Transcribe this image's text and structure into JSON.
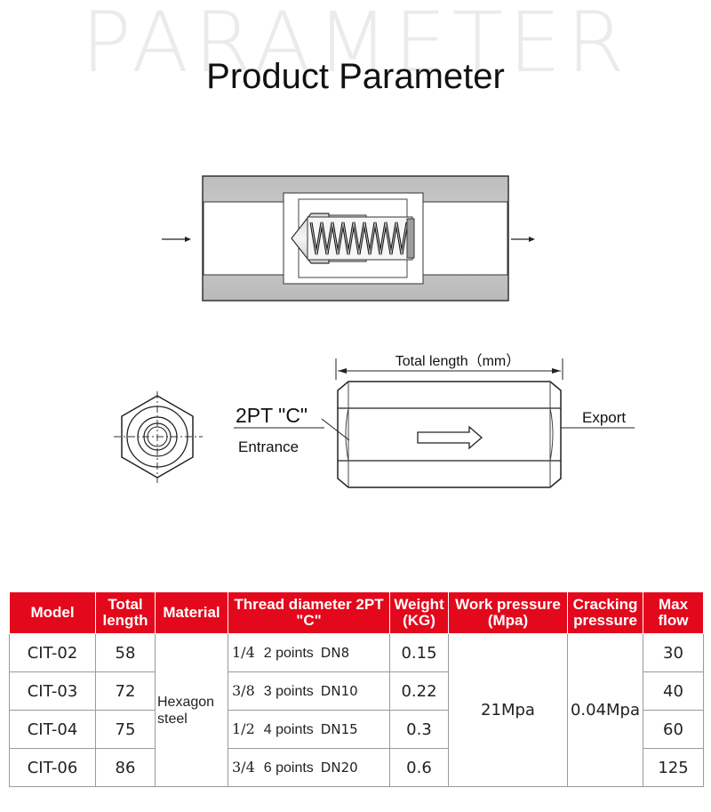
{
  "watermark": "PARAMETER",
  "title": "Product Parameter",
  "diagram": {
    "total_length_label": "Total length（mm）",
    "thread_label": "2PT \"C\"",
    "entrance_label": "Entrance",
    "export_label": "Export"
  },
  "table": {
    "headers": {
      "model": "Model",
      "total_length": "Total length",
      "material": "Material",
      "thread_diameter": "Thread diameter 2PT \"C\"",
      "weight": "Weight (KG)",
      "work_pressure": "Work pressure (Mpa)",
      "cracking_pressure": "Cracking pressure",
      "max_flow": "Max flow"
    },
    "material": "Hexagon steel",
    "work_pressure": "21Mpa",
    "cracking_pressure": "0.04Mpa",
    "rows": [
      {
        "model": "CIT-02",
        "length": "58",
        "thread_size": "1/4",
        "points": "2 points",
        "dn": "DN8",
        "weight": "0.15",
        "flow": "30"
      },
      {
        "model": "CIT-03",
        "length": "72",
        "thread_size": "3/8",
        "points": "3 points",
        "dn": "DN10",
        "weight": "0.22",
        "flow": "40"
      },
      {
        "model": "CIT-04",
        "length": "75",
        "thread_size": "1/2",
        "points": "4 points",
        "dn": "DN15",
        "weight": "0.3",
        "flow": "60"
      },
      {
        "model": "CIT-06",
        "length": "86",
        "thread_size": "3/4",
        "points": "6 points",
        "dn": "DN20",
        "weight": "0.6",
        "flow": "125"
      }
    ]
  }
}
